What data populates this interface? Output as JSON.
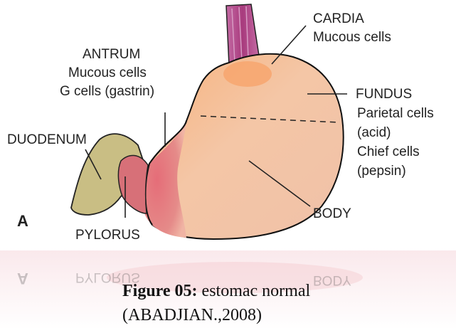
{
  "labels": {
    "cardia_title": "CARDIA",
    "cardia_cells": "Mucous cells",
    "antrum_title": "ANTRUM",
    "antrum_cells_1": "Mucous cells",
    "antrum_cells_2": "G cells (gastrin)",
    "fundus_title": "FUNDUS",
    "fundus_cells_1": "Parietal cells",
    "fundus_cells_2": "(acid)",
    "fundus_cells_3": "Chief cells",
    "fundus_cells_4": "(pepsin)",
    "duodenum": "DUODENUM",
    "pylorus": "PYLORUS",
    "body": "BODY",
    "panel_letter": "A"
  },
  "reflection": {
    "panel_letter": "A",
    "pylorus": "PYLORUS",
    "body": "BODY"
  },
  "caption": {
    "figure_label": "Figure 05:",
    "text_line1": " estomac  normal",
    "text_line2": "(ABADJIAN.,2008)"
  },
  "colors": {
    "stomach": "#f2c4a2",
    "pylorus_antrum": "#e07a80",
    "duodenum": "#c9be84",
    "esophagus": "#b24a88",
    "reflection_tint": "#f5dde4"
  }
}
